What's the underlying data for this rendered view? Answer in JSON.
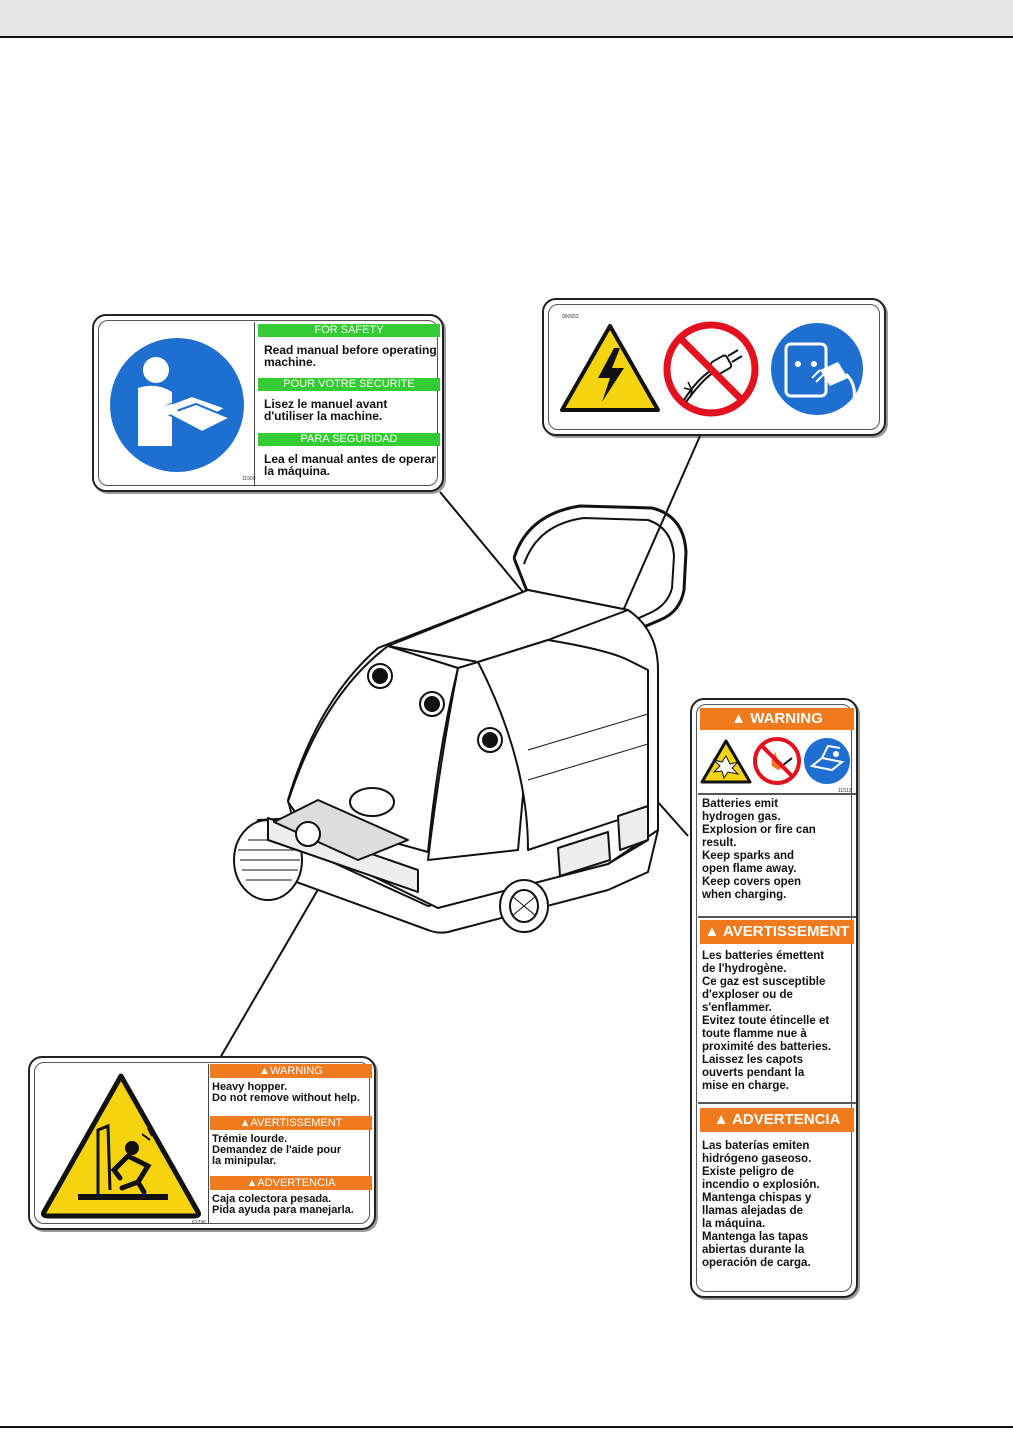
{
  "decals": {
    "read_manual": {
      "part_number": "11500",
      "sections": [
        {
          "heading": "FOR SAFETY",
          "text": "Read manual before operating machine."
        },
        {
          "heading": "POUR VOTRE SECURITE",
          "text": "Lisez le manuel avant d'utiliser la machine."
        },
        {
          "heading": "PARA SEGURIDAD",
          "text": "Lea el manual antes de operar la máquina."
        }
      ],
      "icon": "read-manual-icon",
      "band_color": "#33cc33",
      "icon_color": "#1f6fd1"
    },
    "electrical": {
      "part_number": "060652",
      "icons": [
        "electric-shock-icon",
        "no-damaged-cord-icon",
        "unplug-icon"
      ]
    },
    "hopper": {
      "part_number": "61296",
      "sections": [
        {
          "heading": "WARNING",
          "text": "Heavy hopper.\nDo not remove without help."
        },
        {
          "heading": "AVERTISSEMENT",
          "text": "Trémie lourde.\nDemandez de l'aide pour\nla minipular."
        },
        {
          "heading": "ADVERTENCIA",
          "text": "Caja colectora pesada.\nPida ayuda para manejarla."
        }
      ],
      "icon": "heavy-lift-icon",
      "bar_color": "#f07a1e"
    },
    "battery": {
      "part_number": "11513",
      "sections": [
        {
          "heading": "WARNING",
          "text": "Batteries emit\nhydrogen gas.\nExplosion or fire can\nresult.\nKeep sparks and\nopen flame away.\nKeep covers open\nwhen charging."
        },
        {
          "heading": "AVERTISSEMENT",
          "text": "Les batteries émettent\nde l'hydrogène.\nCe gaz est susceptible\nd'exploser ou de\ns'enflammer.\nEvitez toute étincelle et\ntoute flamme nue à\nproximité des batteries.\nLaissez les capots\nouverts pendant la\nmise en charge."
        },
        {
          "heading": "ADVERTENCIA",
          "text": "Las baterías emiten\nhidrógeno gaseoso.\nExiste peligro de\nincendio o explosión.\nMantenga chispas y\nllamas alejadas de\nla máquina.\nMantenga las tapas\nabiertas durante la\noperación de carga."
        }
      ],
      "icons": [
        "explosion-icon",
        "no-flame-icon",
        "open-cover-icon"
      ],
      "bar_color": "#f07a1e"
    }
  },
  "machine": {
    "name": "walk-behind-sweeper-illustration"
  }
}
